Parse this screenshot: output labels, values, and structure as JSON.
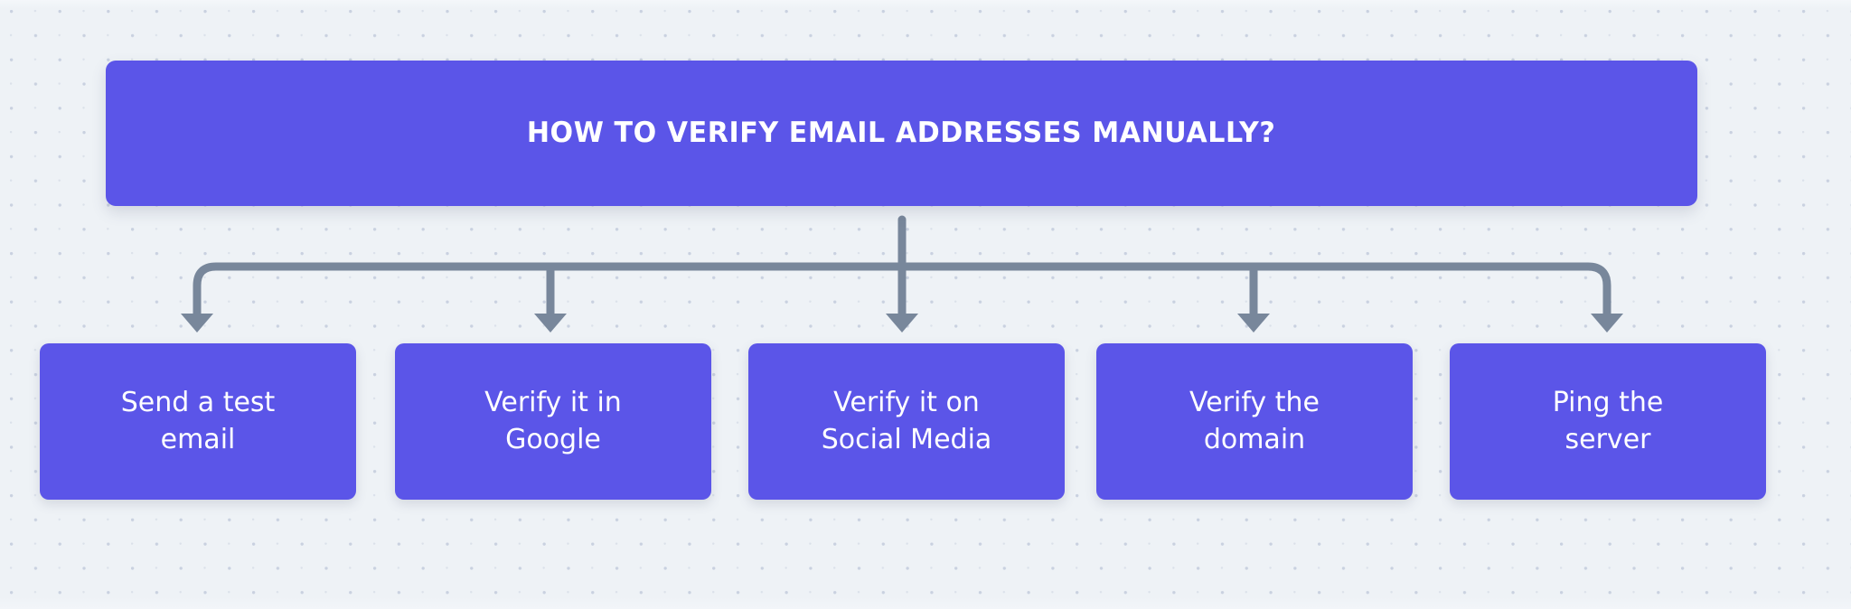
{
  "diagram": {
    "type": "tree-flowchart",
    "orientation": "top-down",
    "header": {
      "title": "HOW TO VERIFY EMAIL ADDRESSES MANUALLY?"
    },
    "nodes": [
      {
        "id": "send-test-email",
        "label": "Send a test\nemail"
      },
      {
        "id": "verify-in-google",
        "label": "Verify it in\nGoogle"
      },
      {
        "id": "verify-social",
        "label": "Verify it on\nSocial Media"
      },
      {
        "id": "verify-domain",
        "label": "Verify the\ndomain"
      },
      {
        "id": "ping-server",
        "label": "Ping the\nserver"
      }
    ],
    "colors": {
      "node_fill": "#5b55e8",
      "node_text": "#ffffff",
      "connector": "#78879b",
      "background": "#eef2f6",
      "dot_large": "#c9d1e0",
      "dot_small": "#dbe1ea"
    }
  }
}
